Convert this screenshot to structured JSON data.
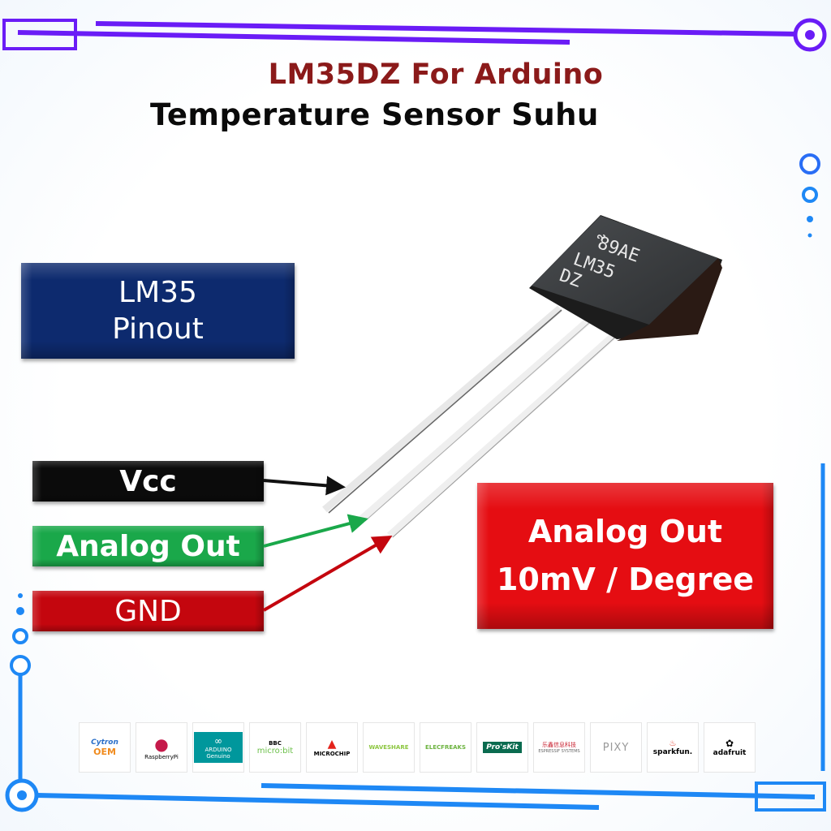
{
  "title": {
    "line1": "LM35DZ For Arduino",
    "line2": "Temperature Sensor Suhu"
  },
  "colors": {
    "title_red": "#8b1a1a",
    "frame_purple": "#6a1cf6",
    "frame_blue": "#1e88f5",
    "pinout_blue": "#0d2a6e",
    "vcc_black": "#0b0b0b",
    "analog_green": "#1aa84a",
    "gnd_red": "#c4060e",
    "spec_red": "#e50d12"
  },
  "pinout_box": {
    "line1": "LM35",
    "line2": "Pinout"
  },
  "pins": [
    {
      "label": "Vcc",
      "color": "#0b0b0b"
    },
    {
      "label": "Analog Out",
      "color": "#1aa84a"
    },
    {
      "label": "GND",
      "color": "#c4060e"
    }
  ],
  "spec_box": {
    "line1": "Analog Out",
    "line2": "10mV / Degree"
  },
  "chip": {
    "marking_line1": "89AE",
    "marking_line2": "LM35",
    "marking_line3": "DZ"
  },
  "logos": [
    {
      "name": "Cytron",
      "sub": "OEM",
      "color": "#2a6fc9"
    },
    {
      "name": "RaspberryPi",
      "sub": "",
      "color": "#c51a4a"
    },
    {
      "name": "ARDUINO",
      "sub": "Genuino",
      "color": "#00979c"
    },
    {
      "name": "BBC",
      "sub": "micro:bit",
      "color": "#6cc04a"
    },
    {
      "name": "MICROCHIP",
      "sub": "",
      "color": "#e3221b"
    },
    {
      "name": "WAVESHARE",
      "sub": "",
      "color": "#8cc63f"
    },
    {
      "name": "ELECFREAKS",
      "sub": "",
      "color": "#6cb33f"
    },
    {
      "name": "Pro'sKit",
      "sub": "",
      "color": "#0a6b4f"
    },
    {
      "name": "乐鑫信息科技",
      "sub": "ESPRESSIF SYSTEMS",
      "color": "#c8202f"
    },
    {
      "name": "PIXY",
      "sub": "",
      "color": "#999999"
    },
    {
      "name": "sparkfun.",
      "sub": "",
      "color": "#e0301e"
    },
    {
      "name": "adafruit",
      "sub": "",
      "color": "#111111"
    }
  ]
}
